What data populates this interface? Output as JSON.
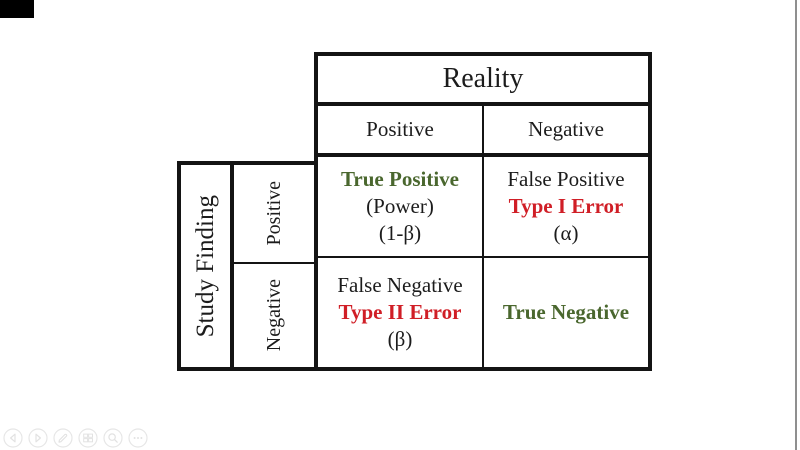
{
  "slide": {
    "matrix": {
      "top_header": "Reality",
      "column_headers": [
        "Positive",
        "Negative"
      ],
      "side_header": "Study Finding",
      "row_headers": [
        "Positive",
        "Negative"
      ],
      "cells": {
        "true_positive": {
          "title": "True Positive",
          "sub1": "(Power)",
          "sub2": "(1-β)"
        },
        "false_positive": {
          "title": "False Positive",
          "error": "Type I Error",
          "sub": "(α)"
        },
        "false_negative": {
          "title": "False Negative",
          "error": "Type II Error",
          "sub": "(β)"
        },
        "true_negative": {
          "title": "True Negative"
        }
      }
    },
    "colors": {
      "correct_green": "#4a672e",
      "error_red": "#d01e26",
      "table_border": "#141414",
      "window_edge_gray": "#8f8f8f"
    }
  },
  "toolbar": {
    "buttons": [
      {
        "name": "previous-slide"
      },
      {
        "name": "next-slide"
      },
      {
        "name": "pen-tools"
      },
      {
        "name": "see-all-slides"
      },
      {
        "name": "zoom-slide"
      },
      {
        "name": "more-options"
      }
    ]
  }
}
